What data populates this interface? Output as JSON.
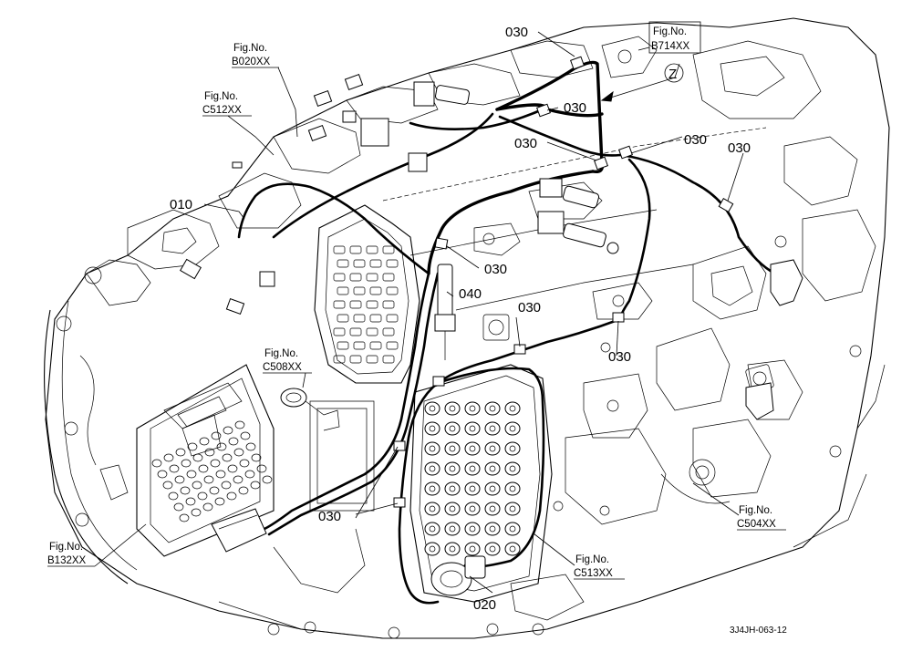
{
  "part_labels": {
    "p010": "010",
    "p020": "020",
    "p040": "040",
    "p030": "030"
  },
  "figure_refs": {
    "b020": {
      "line1": "Fig.No.",
      "line2": "B020XX"
    },
    "c512": {
      "line1": "Fig.No.",
      "line2": "C512XX"
    },
    "b714": {
      "line1": "Fig.No.",
      "line2": "B714XX"
    },
    "c508": {
      "line1": "Fig.No.",
      "line2": "C508XX"
    },
    "b132": {
      "line1": "Fig.No.",
      "line2": "B132XX"
    },
    "c513": {
      "line1": "Fig.No.",
      "line2": "C513XX"
    },
    "c504": {
      "line1": "Fig.No.",
      "line2": "C504XX"
    }
  },
  "view_marker": "Z",
  "drawing_code": "3J4JH-063-12"
}
